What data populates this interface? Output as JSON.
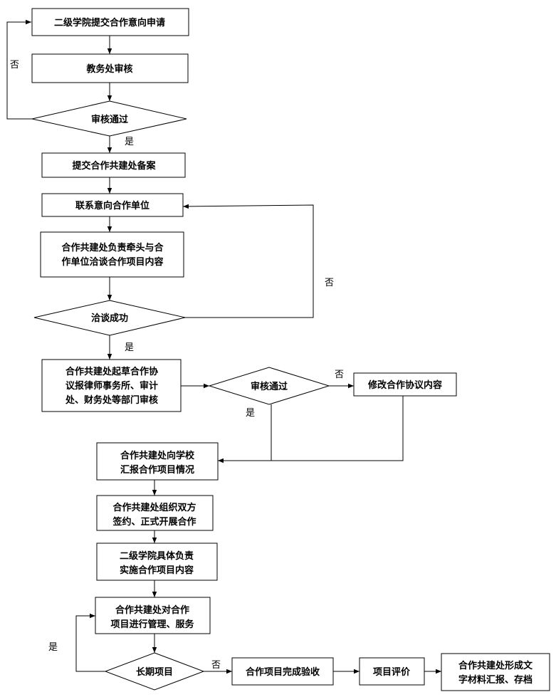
{
  "nodes": {
    "n1": {
      "lines": [
        "二级学院提交合作意向申请"
      ]
    },
    "n2": {
      "lines": [
        "教务处审核"
      ]
    },
    "d1": {
      "lines": [
        "审核通过"
      ]
    },
    "n3": {
      "lines": [
        "提交合作共建处备案"
      ]
    },
    "n4": {
      "lines": [
        "联系意向合作单位"
      ]
    },
    "n5": {
      "lines": [
        "合作共建处负责牵头与合",
        "作单位洽谈合作项目内容"
      ]
    },
    "d2": {
      "lines": [
        "洽谈成功"
      ]
    },
    "n6": {
      "lines": [
        "合作共建处起草合作协",
        "议报律师事务所、审计",
        "处、财务处等部门审核"
      ]
    },
    "d3": {
      "lines": [
        "审核通过"
      ]
    },
    "n7": {
      "lines": [
        "修改合作协议内容"
      ]
    },
    "n8": {
      "lines": [
        "合作共建处向学校",
        "汇报合作项目情况"
      ]
    },
    "n9": {
      "lines": [
        "合作共建处组织双方",
        "签约、正式开展合作"
      ]
    },
    "n10": {
      "lines": [
        "二级学院具体负责",
        "实施合作项目内容"
      ]
    },
    "n11": {
      "lines": [
        "合作共建处对合作",
        "项目进行管理、服务"
      ]
    },
    "d4": {
      "lines": [
        "长期项目"
      ]
    },
    "n12": {
      "lines": [
        "合作项目完成验收"
      ]
    },
    "n13": {
      "lines": [
        "项目评价"
      ]
    },
    "n14": {
      "lines": [
        "合作共建处形成文",
        "字材料汇报、存档"
      ]
    }
  },
  "edge_labels": {
    "d1_no": "否",
    "d1_yes": "是",
    "d2_no": "否",
    "d2_yes": "是",
    "d3_no": "否",
    "d3_yes": "是",
    "d4_yes": "是",
    "d4_no": "否"
  }
}
